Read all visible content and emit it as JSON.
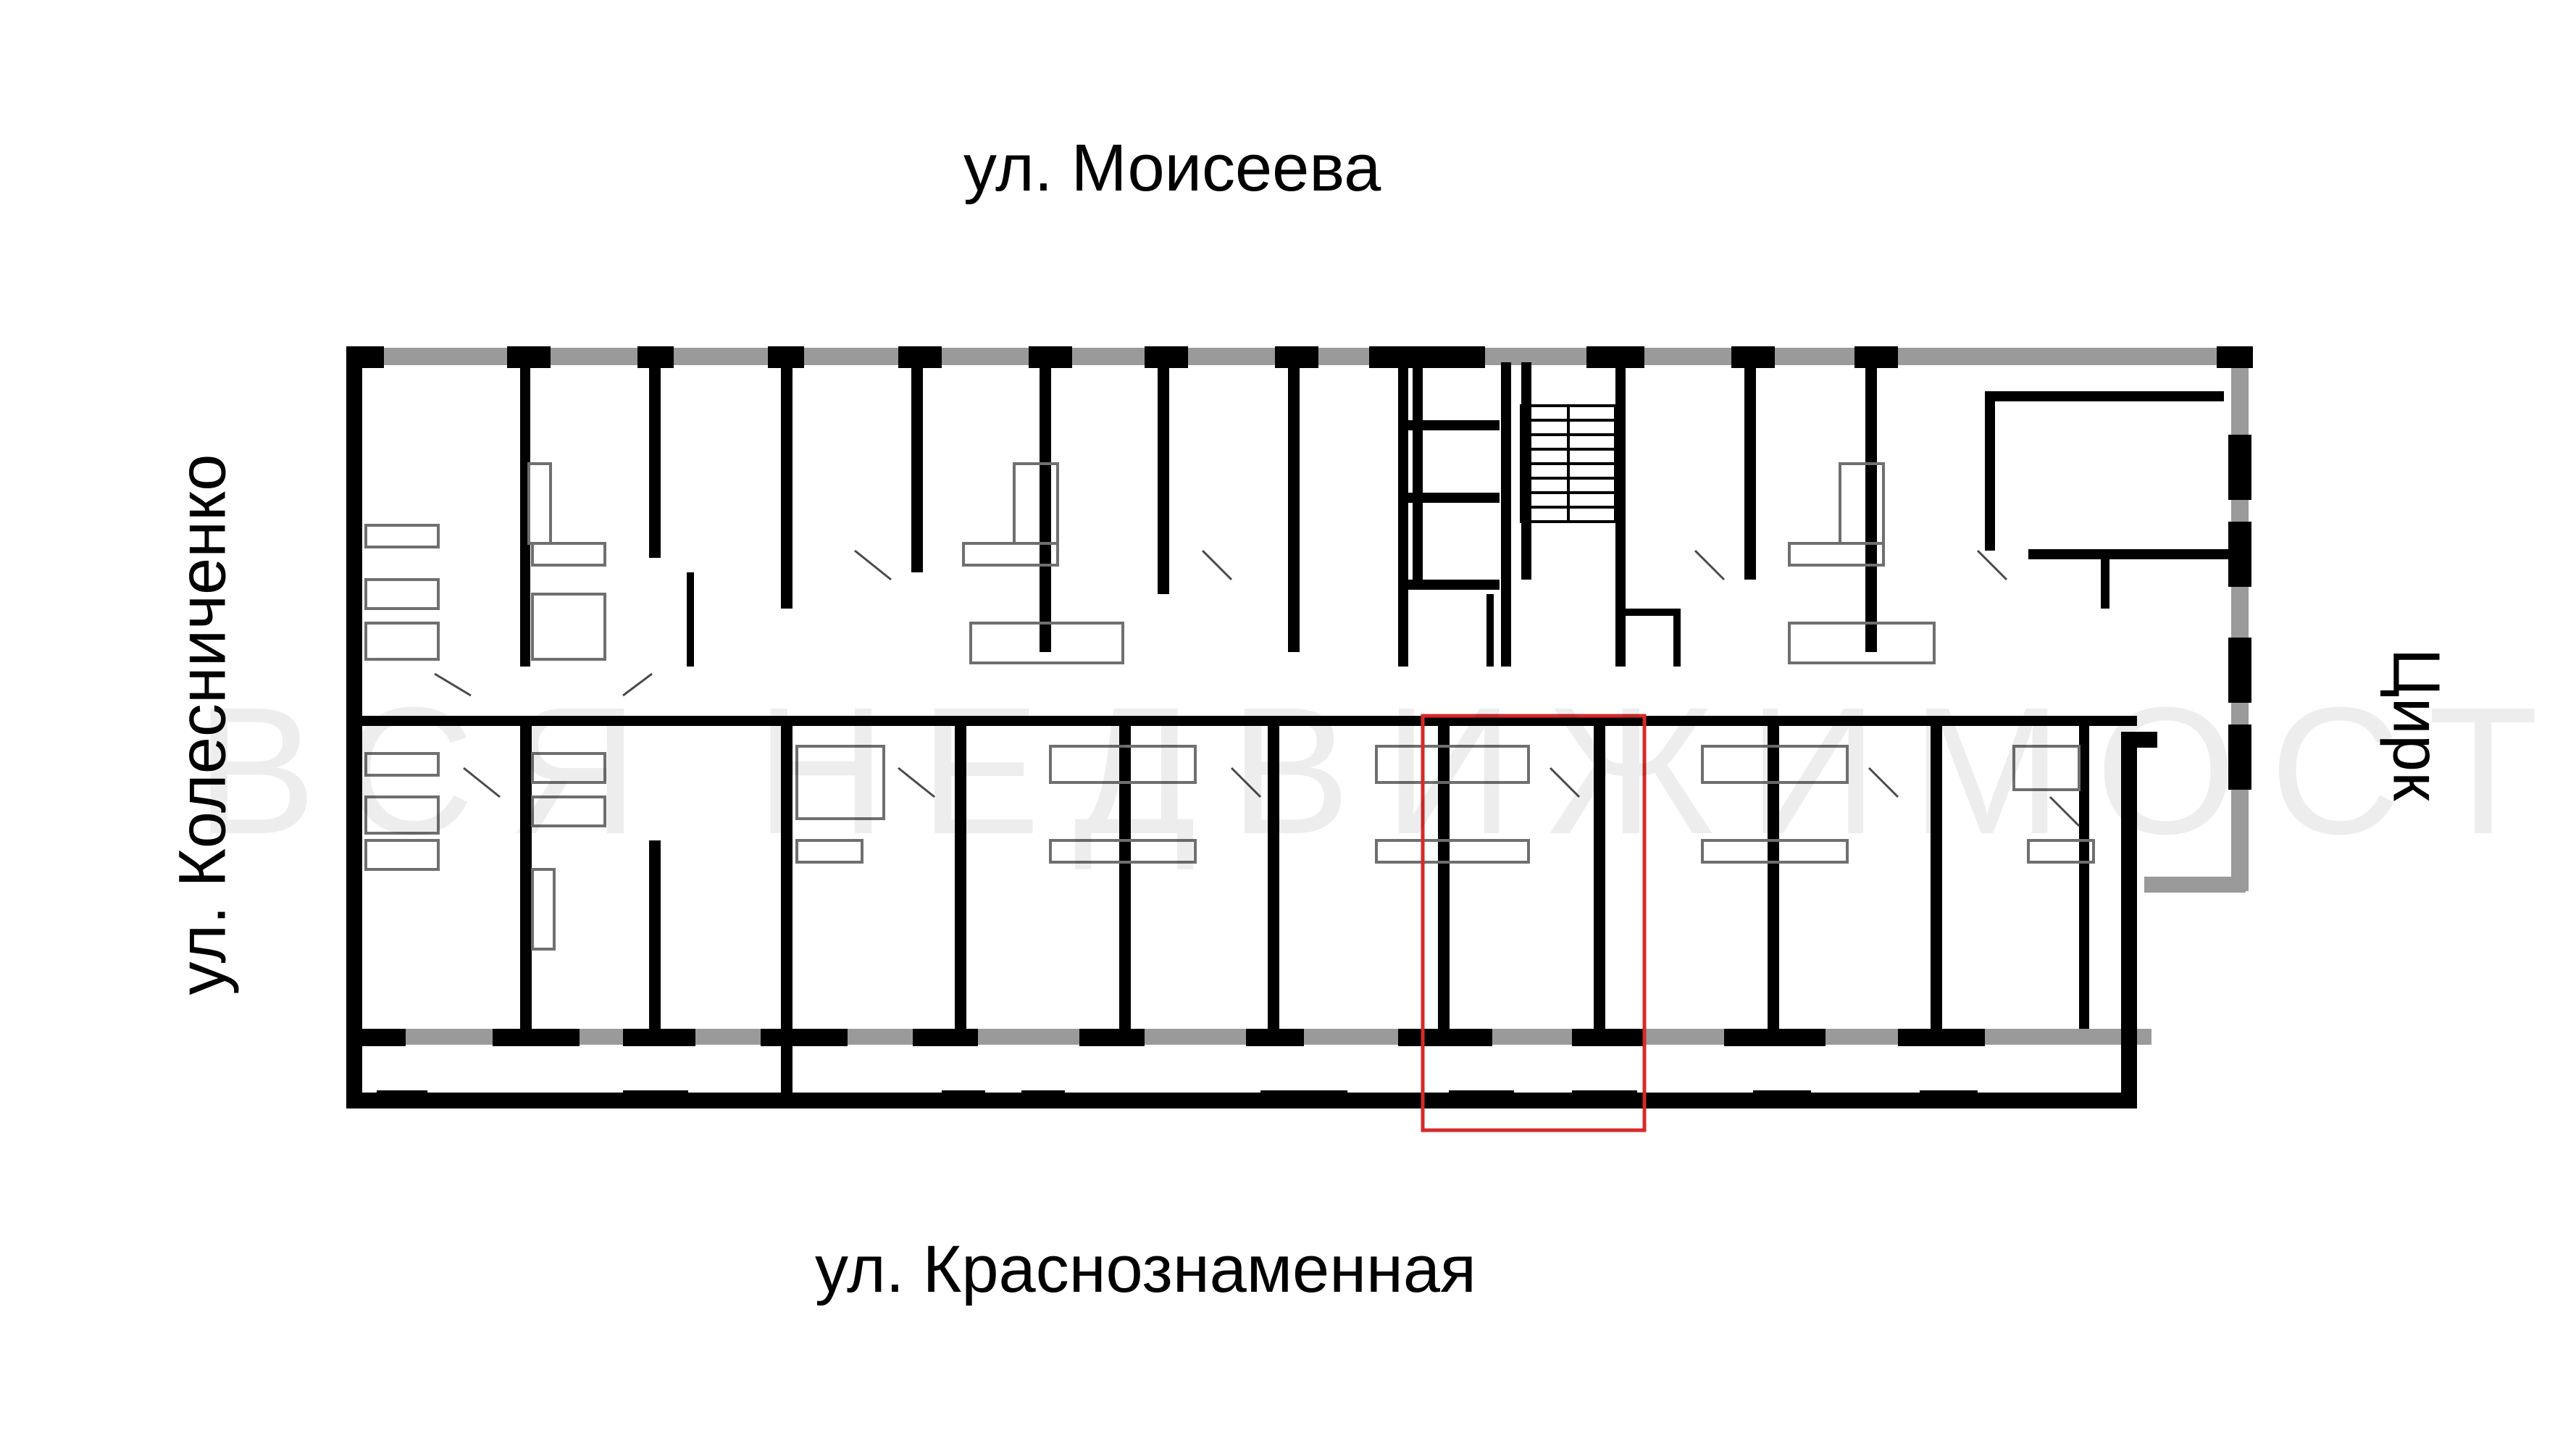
{
  "streets": {
    "top": "ул. Моисеева",
    "bottom": "ул. Краснознаменная",
    "left": "ул. Колесниченко",
    "right": "Цирк"
  },
  "watermark": "ВСЯ НЕДВИЖИМОСТЬ",
  "colors": {
    "wall": "#000000",
    "window": "#9a9a9a",
    "highlight": "#d62a2a",
    "fixture": "#6f6f6f"
  }
}
